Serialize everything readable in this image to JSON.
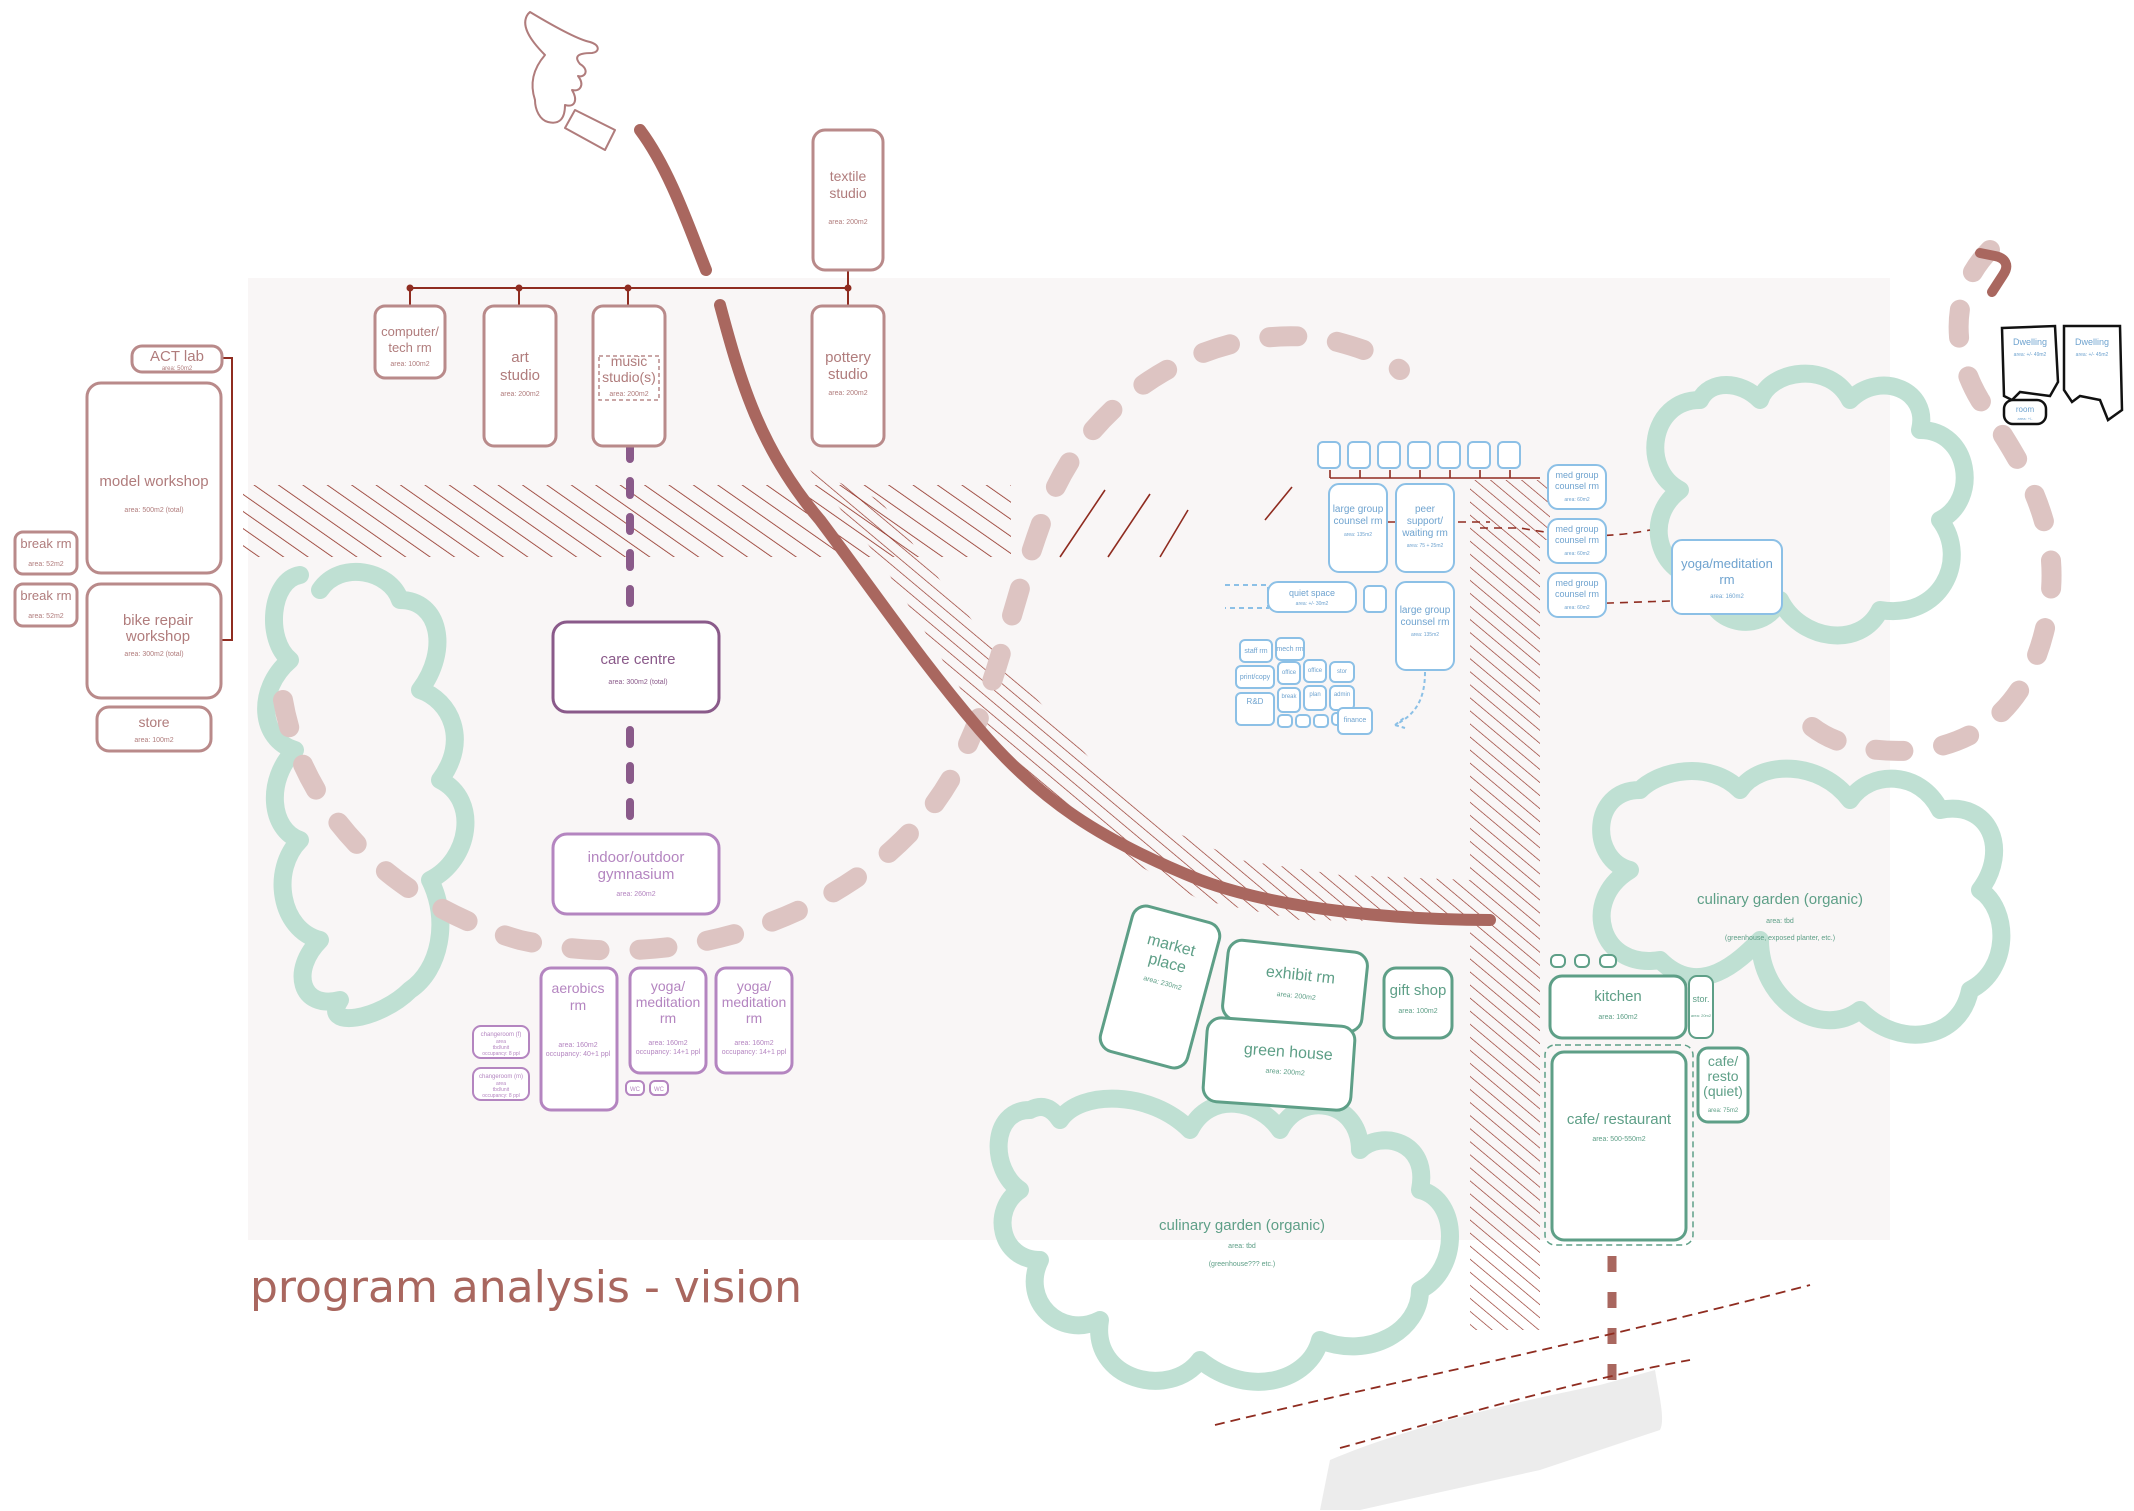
{
  "title": "program analysis - vision",
  "colors": {
    "arts": "#b98a8a",
    "arts_text": "#b07c7c",
    "care": "#8a5a8a",
    "gym": "#b485c0",
    "counsel": "#8cc0e6",
    "counsel_text": "#6fa3cf",
    "garden": "#5e9f87",
    "tree": "#bfe0d3",
    "path": "#ddc4c2",
    "spine": "#a9675f",
    "hatch": "#8f2c20",
    "background_panel": "#f9f6f6",
    "dwelling": "#111111"
  },
  "rooms": {
    "textile": {
      "label_1": "textile",
      "label_2": "studio",
      "area": "area: 200m2"
    },
    "computer": {
      "label_1": "computer/",
      "label_2": "tech rm",
      "area": "area: 100m2"
    },
    "art": {
      "label_1": "art",
      "label_2": "studio",
      "area": "area: 200m2"
    },
    "music": {
      "label_1": "music",
      "label_2": "studio(s)",
      "area": "area: 200m2"
    },
    "pottery": {
      "label_1": "pottery",
      "label_2": "studio",
      "area": "area: 200m2"
    },
    "act_lab": {
      "label": "ACT lab",
      "area": "area: 50m2"
    },
    "model_workshop": {
      "label": "model workshop",
      "area": "area: 500m2 (total)"
    },
    "break_1": {
      "label": "break rm",
      "area": "area: 52m2"
    },
    "break_2": {
      "label": "break rm",
      "area": "area: 52m2"
    },
    "bike_repair": {
      "label_1": "bike repair",
      "label_2": "workshop",
      "area": "area: 300m2 (total)"
    },
    "store": {
      "label": "store",
      "area": "area: 100m2"
    },
    "care_centre": {
      "label": "care centre",
      "area": "area: 300m2 (total)"
    },
    "gymnasium": {
      "label_1": "indoor/outdoor",
      "label_2": "gymnasium",
      "area": "area: 260m2"
    },
    "aerobics": {
      "label_1": "aerobics",
      "label_2": "rm",
      "area": "area: 160m2",
      "occupancy": "occupancy: 40+1 ppl"
    },
    "yoga_a": {
      "label_1": "yoga/",
      "label_2": "meditation",
      "label_3": "rm",
      "area": "area: 160m2",
      "occupancy": "occupancy: 14+1 ppl"
    },
    "yoga_b": {
      "label_1": "yoga/",
      "label_2": "meditation",
      "label_3": "rm",
      "area": "area: 160m2",
      "occupancy": "occupancy: 14+1 ppl"
    },
    "changeroom_1": {
      "label": "changeroom (f)",
      "area": "area",
      "detail": "tbd/unit",
      "occ": "occupancy: 8 ppl"
    },
    "changeroom_2": {
      "label": "changeroom (m)",
      "area": "area",
      "detail": "tbd/unit",
      "occ": "occupancy: 8 ppl"
    },
    "wc_1": {
      "label": "WC"
    },
    "wc_2": {
      "label": "WC"
    },
    "large_group": {
      "label_1": "large group",
      "label_2": "counsel rm",
      "area": "area: 135m2"
    },
    "peer_support": {
      "label_1": "peer",
      "label_2": "support/",
      "label_3": "waiting rm",
      "area": "area: 75 + 25m2"
    },
    "large_group_2": {
      "label_1": "large group",
      "label_2": "counsel rm",
      "area": "area: 135m2"
    },
    "med_group_1": {
      "label_1": "med group",
      "label_2": "counsel rm",
      "area": "area: 60m2"
    },
    "med_group_2": {
      "label_1": "med group",
      "label_2": "counsel rm",
      "area": "area: 60m2"
    },
    "med_group_3": {
      "label_1": "med group",
      "label_2": "counsel rm",
      "area": "area: 60m2"
    },
    "yoga_c": {
      "label_1": "yoga/meditation",
      "label_2": "rm",
      "area": "area: 160m2"
    },
    "quiet_space": {
      "label": "quiet space",
      "area": "area: +/- 30m2"
    },
    "staff_rm": {
      "label": "staff rm"
    },
    "mech_rm": {
      "label": "mech rm"
    },
    "print_copy": {
      "label": "print/copy"
    },
    "office_1": {
      "label": "office"
    },
    "office_2": {
      "label": "office"
    },
    "stor_small": {
      "label": "stor"
    },
    "r_and_d": {
      "label": "R&D"
    },
    "break_small": {
      "label": "break"
    },
    "plan": {
      "label": "plan"
    },
    "admin": {
      "label": "admin"
    },
    "finance": {
      "label": "finance"
    },
    "market_place": {
      "label_1": "market",
      "label_2": "place",
      "area": "area: 230m2"
    },
    "exhibit_rm": {
      "label": "exhibit rm",
      "area": "area: 200m2"
    },
    "gift_shop": {
      "label": "gift shop",
      "area": "area: 100m2"
    },
    "green_house": {
      "label": "green house",
      "area": "area: 200m2"
    },
    "kitchen": {
      "label": "kitchen",
      "area": "area: 160m2"
    },
    "stor_kitchen": {
      "label": "stor.",
      "area": "area: 20m2"
    },
    "cafe": {
      "label": "cafe/ restaurant",
      "area": "area: 500-550m2"
    },
    "cafe_quiet": {
      "label_1": "cafe/",
      "label_2": "resto",
      "label_3": "(quiet)",
      "area": "area: 75m2"
    },
    "garden_right": {
      "label": "culinary garden (organic)",
      "area": "area: tbd",
      "note": "(greenhouse, exposed planter, etc.)"
    },
    "garden_bottom": {
      "label": "culinary garden (organic)",
      "area": "area: tbd",
      "note": "(greenhouse??? etc.)"
    },
    "dwelling_1": {
      "label": "Dwelling",
      "area": "area: +/- 49m2"
    },
    "dwelling_2": {
      "label": "Dwelling",
      "area": "area: +/- 45m2"
    },
    "room": {
      "label": "room",
      "area": "area: +/-"
    }
  }
}
